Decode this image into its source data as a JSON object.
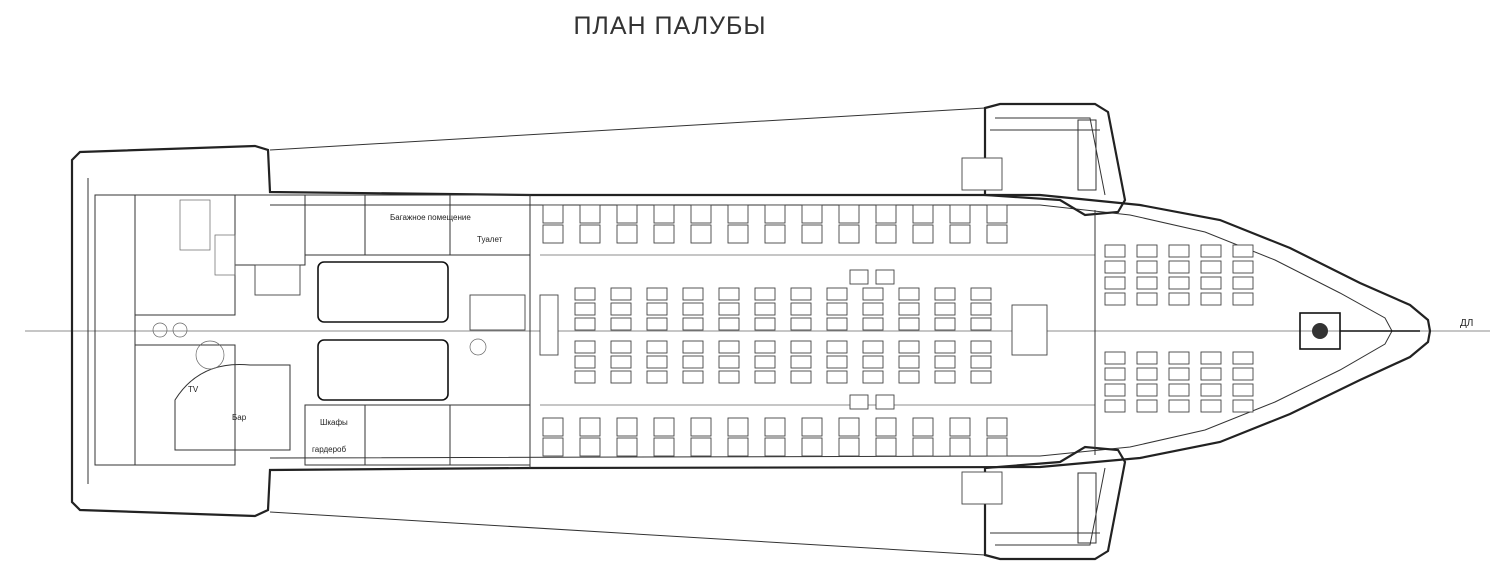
{
  "title": "ПЛАН ПАЛУБЫ",
  "labels": {
    "centerline": "ДЛ",
    "baggage_room": "Багажное помещение",
    "toilet": "Туалет",
    "bar": "Бар",
    "tv": "TV",
    "lockers": "Шкафы",
    "service_room": "гардероб"
  },
  "colors": {
    "line": "#333333",
    "background": "#ffffff"
  }
}
